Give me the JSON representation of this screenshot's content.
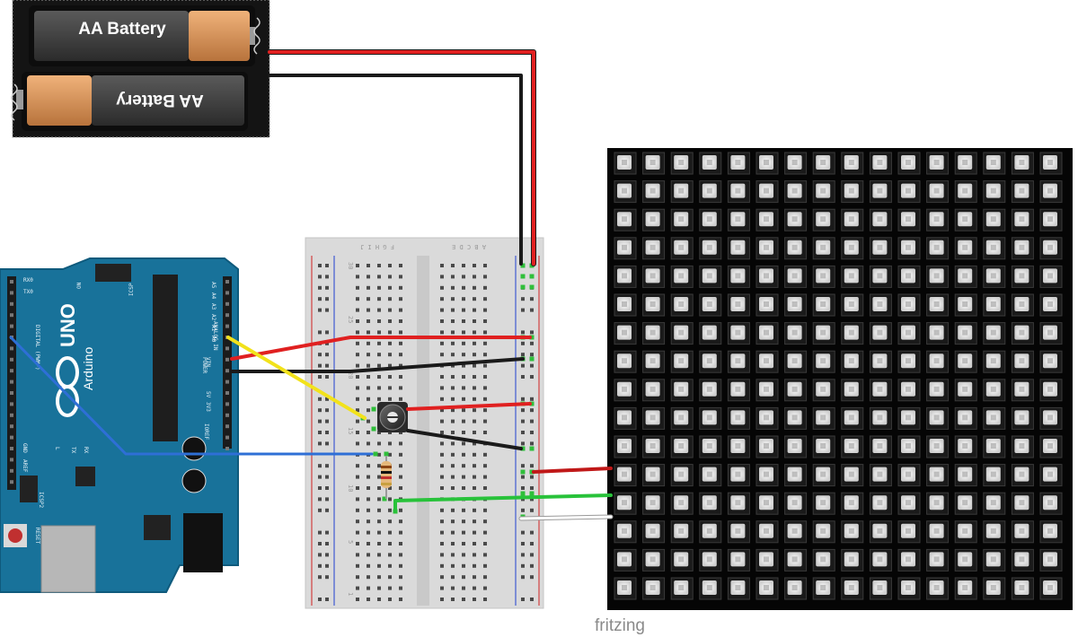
{
  "battery": {
    "cell_top_label": "AA Battery",
    "cell_bottom_label": "AA Battery"
  },
  "arduino": {
    "logo_text": "UNO",
    "brand_text": "Arduino",
    "board_labels": [
      "RX0",
      "TX0",
      "ON",
      "ICSP",
      "ANALOG IN",
      "POWER",
      "DIGITAL (PWM~)",
      "AREF",
      "GND",
      "RESET",
      "ICSP2",
      "TX",
      "RX",
      "L",
      "IOREF",
      "3V3",
      "5V",
      "VIN",
      "A0",
      "A1",
      "A2",
      "A3",
      "A4",
      "A5"
    ]
  },
  "breadboard": {
    "column_letters_top_left": "F G H I J",
    "column_letters_top_right": "A B C D E",
    "row_numbers": [
      "30",
      "25",
      "20",
      "15",
      "10",
      "5",
      "1"
    ]
  },
  "led_matrix": {
    "rows": 16,
    "cols": 16
  },
  "wires": {
    "colors": {
      "red": "#e02020",
      "black": "#1a1a1a",
      "yellow": "#f2e21b",
      "blue": "#2e6fd6",
      "green": "#28c23a",
      "white": "#ffffff"
    }
  },
  "watermark": "fritzing"
}
